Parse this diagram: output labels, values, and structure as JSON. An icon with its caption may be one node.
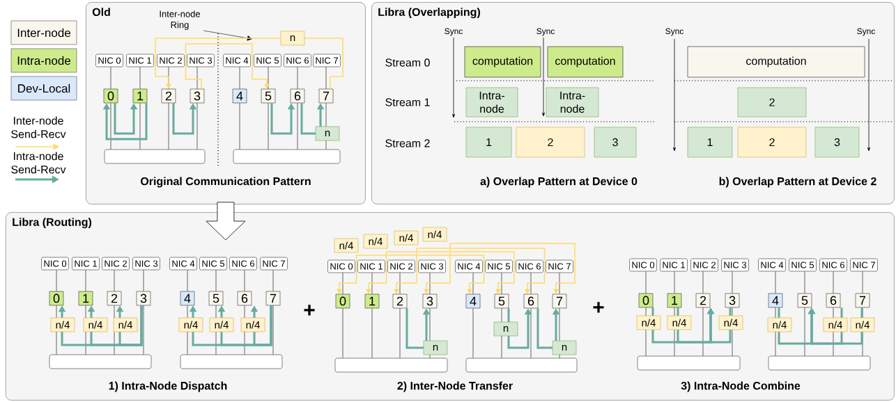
{
  "diagram": {
    "nodes": [
      {
        "text": [
          "Old"
        ]
      },
      {
        "text": [
          "Inter-node Ring"
        ],
        "in": 0
      },
      {
        "text": [
          "NIC 0"
        ],
        "in": 0
      },
      {
        "text": [
          "NIC 1"
        ],
        "in": 0
      },
      {
        "text": [
          "NIC 2"
        ],
        "in": 0
      },
      {
        "text": [
          "NIC 3"
        ],
        "in": 0
      },
      {
        "text": [
          "NIC 4"
        ],
        "in": 0
      },
      {
        "text": [
          "NIC 5"
        ],
        "in": 0
      },
      {
        "text": [
          "NIC 6"
        ],
        "in": 0
      },
      {
        "text": [
          "NIC 7"
        ],
        "in": 0
      },
      {
        "text": [
          "0"
        ],
        "in": 0
      },
      {
        "text": [
          "1"
        ],
        "in": 0
      },
      {
        "text": [
          "2"
        ],
        "in": 0
      },
      {
        "text": [
          "3"
        ],
        "in": 0
      },
      {
        "text": [
          "4"
        ],
        "in": 0
      },
      {
        "text": [
          "5"
        ],
        "in": 0
      },
      {
        "text": [
          "6"
        ],
        "in": 0
      },
      {
        "text": [
          "7"
        ],
        "in": 0
      },
      {
        "text": [],
        "shape": "box",
        "in": 0
      },
      {
        "text": [],
        "shape": "box",
        "in": 0
      },
      {
        "text": [
          "Libra (Overlapping)"
        ]
      },
      {
        "text": [
          "computation"
        ],
        "in": 20
      },
      {
        "text": [
          "computation"
        ],
        "in": 20
      },
      {
        "text": [
          "Intra-node"
        ],
        "in": 20
      },
      {
        "text": [
          "Intra-node"
        ],
        "in": 20
      },
      {
        "text": [
          "1"
        ],
        "in": 20
      },
      {
        "text": [
          "2"
        ],
        "in": 20
      },
      {
        "text": [
          "3"
        ],
        "in": 20
      },
      {
        "text": [
          "computation"
        ],
        "in": 20
      },
      {
        "text": [
          "2"
        ],
        "in": 20
      },
      {
        "text": [
          "1"
        ],
        "in": 20
      },
      {
        "text": [
          "2"
        ],
        "in": 20
      },
      {
        "text": [
          "3"
        ],
        "in": 20
      },
      {
        "text": [
          "Libra (Routing)"
        ]
      },
      {
        "text": [
          "NIC 0"
        ],
        "in": 33
      },
      {
        "text": [
          "NIC 1"
        ],
        "in": 33
      },
      {
        "text": [
          "NIC 2"
        ],
        "in": 33
      },
      {
        "text": [
          "NIC 3"
        ],
        "in": 33
      },
      {
        "text": [
          "NIC 4"
        ],
        "in": 33
      },
      {
        "text": [
          "NIC 5"
        ],
        "in": 33
      },
      {
        "text": [
          "NIC 6"
        ],
        "in": 33
      },
      {
        "text": [
          "NIC 7"
        ],
        "in": 33
      },
      {
        "text": [
          "0"
        ],
        "in": 33
      },
      {
        "text": [
          "1"
        ],
        "in": 33
      },
      {
        "text": [
          "2"
        ],
        "in": 33
      },
      {
        "text": [
          "3"
        ],
        "in": 33
      },
      {
        "text": [
          "4"
        ],
        "in": 33
      },
      {
        "text": [
          "5"
        ],
        "in": 33
      },
      {
        "text": [
          "6"
        ],
        "in": 33
      },
      {
        "text": [
          "7"
        ],
        "in": 33
      },
      {
        "text": [],
        "shape": "box",
        "in": 33
      },
      {
        "text": [],
        "shape": "box",
        "in": 33
      },
      {
        "text": [
          "NIC 0"
        ],
        "in": 33
      },
      {
        "text": [
          "NIC 1"
        ],
        "in": 33
      },
      {
        "text": [
          "NIC 2"
        ],
        "in": 33
      },
      {
        "text": [
          "NIC 3"
        ],
        "in": 33
      },
      {
        "text": [
          "NIC 4"
        ],
        "in": 33
      },
      {
        "text": [
          "NIC 5"
        ],
        "in": 33
      },
      {
        "text": [
          "NIC 6"
        ],
        "in": 33
      },
      {
        "text": [
          "NIC 7"
        ],
        "in": 33
      },
      {
        "text": [
          "0"
        ],
        "in": 33
      },
      {
        "text": [
          "1"
        ],
        "in": 33
      },
      {
        "text": [
          "2"
        ],
        "in": 33
      },
      {
        "text": [
          "3"
        ],
        "in": 33
      },
      {
        "text": [
          "4"
        ],
        "in": 33
      },
      {
        "text": [
          "5"
        ],
        "in": 33
      },
      {
        "text": [
          "6"
        ],
        "in": 33
      },
      {
        "text": [
          "7"
        ],
        "in": 33
      },
      {
        "text": [],
        "shape": "box",
        "in": 33
      },
      {
        "text": [],
        "shape": "box",
        "in": 33
      },
      {
        "text": [
          "NIC 0"
        ],
        "in": 33
      },
      {
        "text": [
          "NIC 1"
        ],
        "in": 33
      },
      {
        "text": [
          "NIC 2"
        ],
        "in": 33
      },
      {
        "text": [
          "NIC 3"
        ],
        "in": 33
      },
      {
        "text": [
          "NIC 4"
        ],
        "in": 33
      },
      {
        "text": [
          "NIC 5"
        ],
        "in": 33
      },
      {
        "text": [
          "NIC 6"
        ],
        "in": 33
      },
      {
        "text": [
          "NIC 7"
        ],
        "in": 33
      },
      {
        "text": [
          "0"
        ],
        "in": 33
      },
      {
        "text": [
          "1"
        ],
        "in": 33
      },
      {
        "text": [
          "2"
        ],
        "in": 33
      },
      {
        "text": [
          "3"
        ],
        "in": 33
      },
      {
        "text": [
          "4"
        ],
        "in": 33
      },
      {
        "text": [
          "5"
        ],
        "in": 33
      },
      {
        "text": [
          "6"
        ],
        "in": 33
      },
      {
        "text": [
          "7"
        ],
        "in": 33
      },
      {
        "text": [],
        "shape": "box",
        "in": 33
      },
      {
        "text": [],
        "shape": "box",
        "in": 33
      }
    ],
    "edges": [
      {
        "from": 2,
        "to": 10,
        "arrow": "none"
      },
      {
        "from": 3,
        "to": 11,
        "arrow": "none"
      },
      {
        "from": 4,
        "to": 12,
        "arrow": "none"
      },
      {
        "from": 5,
        "to": 13,
        "arrow": "none"
      },
      {
        "from": 6,
        "to": 14,
        "arrow": "none"
      },
      {
        "from": 7,
        "to": 15,
        "arrow": "none"
      },
      {
        "from": 8,
        "to": 16,
        "arrow": "none"
      },
      {
        "from": 9,
        "to": 17,
        "arrow": "none"
      },
      {
        "from": 10,
        "to": 18,
        "arrow": "none"
      },
      {
        "from": 11,
        "to": 18,
        "arrow": "none"
      },
      {
        "from": 12,
        "to": 18,
        "arrow": "none"
      },
      {
        "from": 13,
        "to": 18,
        "arrow": "none"
      },
      {
        "from": 14,
        "to": 19,
        "arrow": "none"
      },
      {
        "from": 15,
        "to": 19,
        "arrow": "none"
      },
      {
        "from": 16,
        "to": 19,
        "arrow": "none"
      },
      {
        "from": 17,
        "to": 19,
        "arrow": "none"
      },
      {
        "from": 1,
        "to": null,
        "arrow": "to"
      },
      {
        "from": 17,
        "to": 12,
        "arrow": "to",
        "label": "n",
        "color": "#ffd966"
      },
      {
        "from": 13,
        "to": 15,
        "arrow": "to",
        "color": "#ffd966"
      },
      {
        "from": 10,
        "to": 11,
        "arrow": "to",
        "style": "thick",
        "color": "#67ab9f"
      },
      {
        "from": 11,
        "to": 10,
        "arrow": "to",
        "style": "thick",
        "color": "#67ab9f"
      },
      {
        "from": 12,
        "to": 13,
        "arrow": "to",
        "style": "thick",
        "color": "#67ab9f"
      },
      {
        "from": 15,
        "to": 16,
        "arrow": "to",
        "style": "thick",
        "color": "#67ab9f"
      },
      {
        "from": 16,
        "to": 17,
        "arrow": "to",
        "label": "n",
        "style": "thick",
        "color": "#67ab9f"
      },
      {
        "from": 0,
        "to": 33,
        "arrow": "to"
      },
      {
        "from": 34,
        "to": 42,
        "arrow": "none"
      },
      {
        "from": 35,
        "to": 43,
        "arrow": "none"
      },
      {
        "from": 36,
        "to": 44,
        "arrow": "none"
      },
      {
        "from": 37,
        "to": 45,
        "arrow": "none"
      },
      {
        "from": 38,
        "to": 46,
        "arrow": "none"
      },
      {
        "from": 39,
        "to": 47,
        "arrow": "none"
      },
      {
        "from": 40,
        "to": 48,
        "arrow": "none"
      },
      {
        "from": 41,
        "to": 49,
        "arrow": "none"
      },
      {
        "from": 42,
        "to": 50,
        "arrow": "none"
      },
      {
        "from": 43,
        "to": 50,
        "arrow": "none"
      },
      {
        "from": 44,
        "to": 50,
        "arrow": "none"
      },
      {
        "from": 45,
        "to": 50,
        "arrow": "none"
      },
      {
        "from": 46,
        "to": 51,
        "arrow": "none"
      },
      {
        "from": 47,
        "to": 51,
        "arrow": "none"
      },
      {
        "from": 48,
        "to": 51,
        "arrow": "none"
      },
      {
        "from": 49,
        "to": 51,
        "arrow": "none"
      },
      {
        "from": 45,
        "to": 42,
        "arrow": "to",
        "label": "n/4",
        "style": "thick",
        "color": "#67ab9f"
      },
      {
        "from": 45,
        "to": 43,
        "arrow": "to",
        "label": "n/4",
        "style": "thick",
        "color": "#67ab9f"
      },
      {
        "from": 45,
        "to": 44,
        "arrow": "to",
        "label": "n/4",
        "style": "thick",
        "color": "#67ab9f"
      },
      {
        "from": 49,
        "to": 46,
        "arrow": "to",
        "label": "n/4",
        "style": "thick",
        "color": "#67ab9f"
      },
      {
        "from": 49,
        "to": 47,
        "arrow": "to",
        "label": "n/4",
        "style": "thick",
        "color": "#67ab9f"
      },
      {
        "from": 49,
        "to": 48,
        "arrow": "to",
        "label": "n/4",
        "style": "thick",
        "color": "#67ab9f"
      },
      {
        "from": 52,
        "to": 60,
        "arrow": "none"
      },
      {
        "from": 53,
        "to": 61,
        "arrow": "none"
      },
      {
        "from": 54,
        "to": 62,
        "arrow": "none"
      },
      {
        "from": 55,
        "to": 63,
        "arrow": "none"
      },
      {
        "from": 56,
        "to": 64,
        "arrow": "none"
      },
      {
        "from": 57,
        "to": 65,
        "arrow": "none"
      },
      {
        "from": 58,
        "to": 66,
        "arrow": "none"
      },
      {
        "from": 59,
        "to": 67,
        "arrow": "none"
      },
      {
        "from": 60,
        "to": 68,
        "arrow": "none"
      },
      {
        "from": 61,
        "to": 68,
        "arrow": "none"
      },
      {
        "from": 62,
        "to": 68,
        "arrow": "none"
      },
      {
        "from": 63,
        "to": 68,
        "arrow": "none"
      },
      {
        "from": 64,
        "to": 69,
        "arrow": "none"
      },
      {
        "from": 65,
        "to": 69,
        "arrow": "none"
      },
      {
        "from": 66,
        "to": 69,
        "arrow": "none"
      },
      {
        "from": 67,
        "to": 69,
        "arrow": "none"
      },
      {
        "from": 60,
        "to": 64,
        "arrow": "both",
        "label": "n/4",
        "color": "#ffd966"
      },
      {
        "from": 61,
        "to": 65,
        "arrow": "both",
        "label": "n/4",
        "color": "#ffd966"
      },
      {
        "from": 62,
        "to": 66,
        "arrow": "both",
        "label": "n/4",
        "color": "#ffd966"
      },
      {
        "from": 63,
        "to": 67,
        "arrow": "both",
        "label": "n/4",
        "color": "#ffd966"
      },
      {
        "from": 62,
        "to": 63,
        "arrow": "to",
        "label": "n",
        "style": "thick",
        "color": "#67ab9f"
      },
      {
        "from": 65,
        "to": 66,
        "arrow": "to",
        "label": "n",
        "style": "thick",
        "color": "#67ab9f"
      },
      {
        "from": 66,
        "to": 67,
        "arrow": "to",
        "label": "n",
        "style": "thick",
        "color": "#67ab9f"
      },
      {
        "from": 70,
        "to": 78,
        "arrow": "none"
      },
      {
        "from": 71,
        "to": 79,
        "arrow": "none"
      },
      {
        "from": 72,
        "to": 80,
        "arrow": "none"
      },
      {
        "from": 73,
        "to": 81,
        "arrow": "none"
      },
      {
        "from": 74,
        "to": 82,
        "arrow": "none"
      },
      {
        "from": 75,
        "to": 83,
        "arrow": "none"
      },
      {
        "from": 76,
        "to": 84,
        "arrow": "none"
      },
      {
        "from": 77,
        "to": 85,
        "arrow": "none"
      },
      {
        "from": 78,
        "to": 86,
        "arrow": "none"
      },
      {
        "from": 79,
        "to": 86,
        "arrow": "none"
      },
      {
        "from": 80,
        "to": 86,
        "arrow": "none"
      },
      {
        "from": 81,
        "to": 86,
        "arrow": "none"
      },
      {
        "from": 82,
        "to": 87,
        "arrow": "none"
      },
      {
        "from": 83,
        "to": 87,
        "arrow": "none"
      },
      {
        "from": 84,
        "to": 87,
        "arrow": "none"
      },
      {
        "from": 85,
        "to": 87,
        "arrow": "none"
      },
      {
        "from": 78,
        "to": 80,
        "arrow": "to",
        "label": "n/4",
        "style": "thick",
        "color": "#67ab9f"
      },
      {
        "from": 79,
        "to": 80,
        "arrow": "to",
        "label": "n/4",
        "style": "thick",
        "color": "#67ab9f"
      },
      {
        "from": 81,
        "to": 80,
        "arrow": "to",
        "label": "n/4",
        "style": "thick",
        "color": "#67ab9f"
      },
      {
        "from": 82,
        "to": 83,
        "arrow": "to",
        "label": "n/4",
        "style": "thick",
        "color": "#67ab9f"
      },
      {
        "from": 84,
        "to": 83,
        "arrow": "to",
        "label": "n/4",
        "style": "thick",
        "color": "#67ab9f"
      },
      {
        "from": 85,
        "to": 83,
        "arrow": "to",
        "label": "n/4",
        "style": "thick",
        "color": "#67ab9f"
      }
    ],
    "labels": [
      "Original Communication Pattern",
      "Sync",
      "Sync",
      "Sync",
      "Sync",
      "Stream 0",
      "Stream 1",
      "Stream 2",
      "a) Overlap Pattern at Device 0",
      "b) Overlap Pattern at Device 2",
      "+",
      "+",
      "1) Intra-Node Dispatch",
      "2) Inter-Node Transfer",
      "3) Intra-Node Combine"
    ],
    "legend": [
      {
        "text": "Inter-node",
        "color": "#f9f7ed"
      },
      {
        "text": "Intra-node",
        "color": "#cdeb8b"
      },
      {
        "text": "Dev-Local",
        "color": "#dae8fc"
      },
      {
        "text": "Inter-node Send-Recv"
      },
      {
        "text": "Intra-node Send-Recv"
      }
    ]
  }
}
